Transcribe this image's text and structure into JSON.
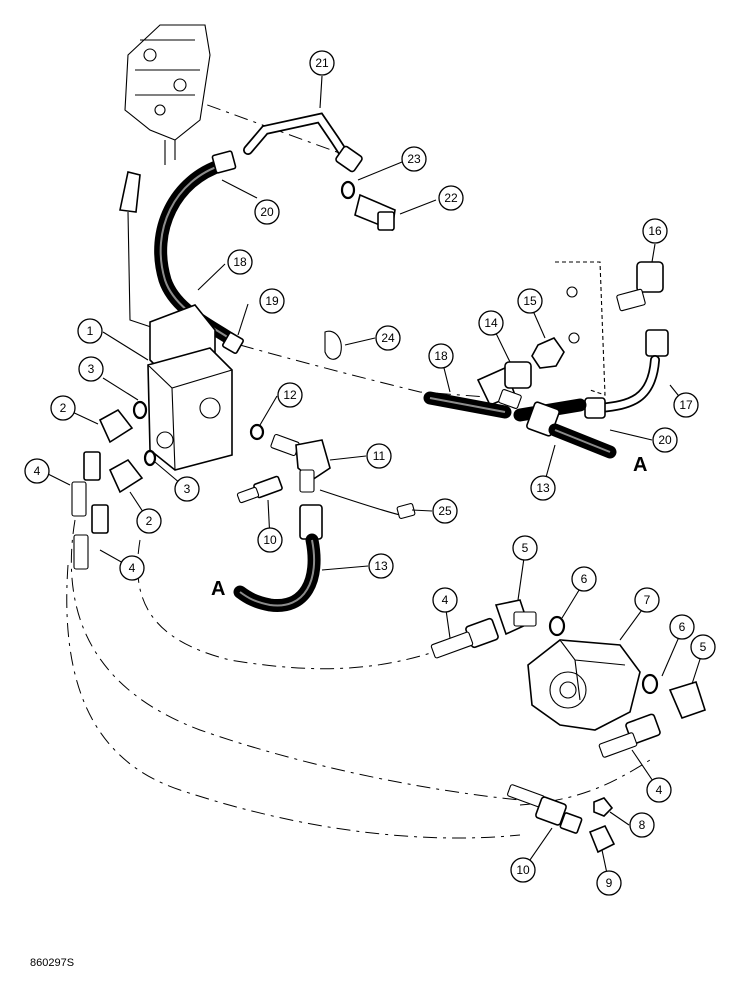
{
  "figure_code": "860297S",
  "section_markers": [
    "A",
    "A"
  ],
  "callouts": [
    {
      "label": "21"
    },
    {
      "label": "23"
    },
    {
      "label": "20"
    },
    {
      "label": "22"
    },
    {
      "label": "18"
    },
    {
      "label": "16"
    },
    {
      "label": "19"
    },
    {
      "label": "1"
    },
    {
      "label": "15"
    },
    {
      "label": "24"
    },
    {
      "label": "14"
    },
    {
      "label": "3"
    },
    {
      "label": "18"
    },
    {
      "label": "2"
    },
    {
      "label": "12"
    },
    {
      "label": "17"
    },
    {
      "label": "20"
    },
    {
      "label": "3"
    },
    {
      "label": "11"
    },
    {
      "label": "4"
    },
    {
      "label": "13"
    },
    {
      "label": "2"
    },
    {
      "label": "25"
    },
    {
      "label": "10"
    },
    {
      "label": "4"
    },
    {
      "label": "13"
    },
    {
      "label": "5"
    },
    {
      "label": "6"
    },
    {
      "label": "4"
    },
    {
      "label": "7"
    },
    {
      "label": "6"
    },
    {
      "label": "5"
    },
    {
      "label": "4"
    },
    {
      "label": "8"
    },
    {
      "label": "10"
    },
    {
      "label": "9"
    }
  ]
}
